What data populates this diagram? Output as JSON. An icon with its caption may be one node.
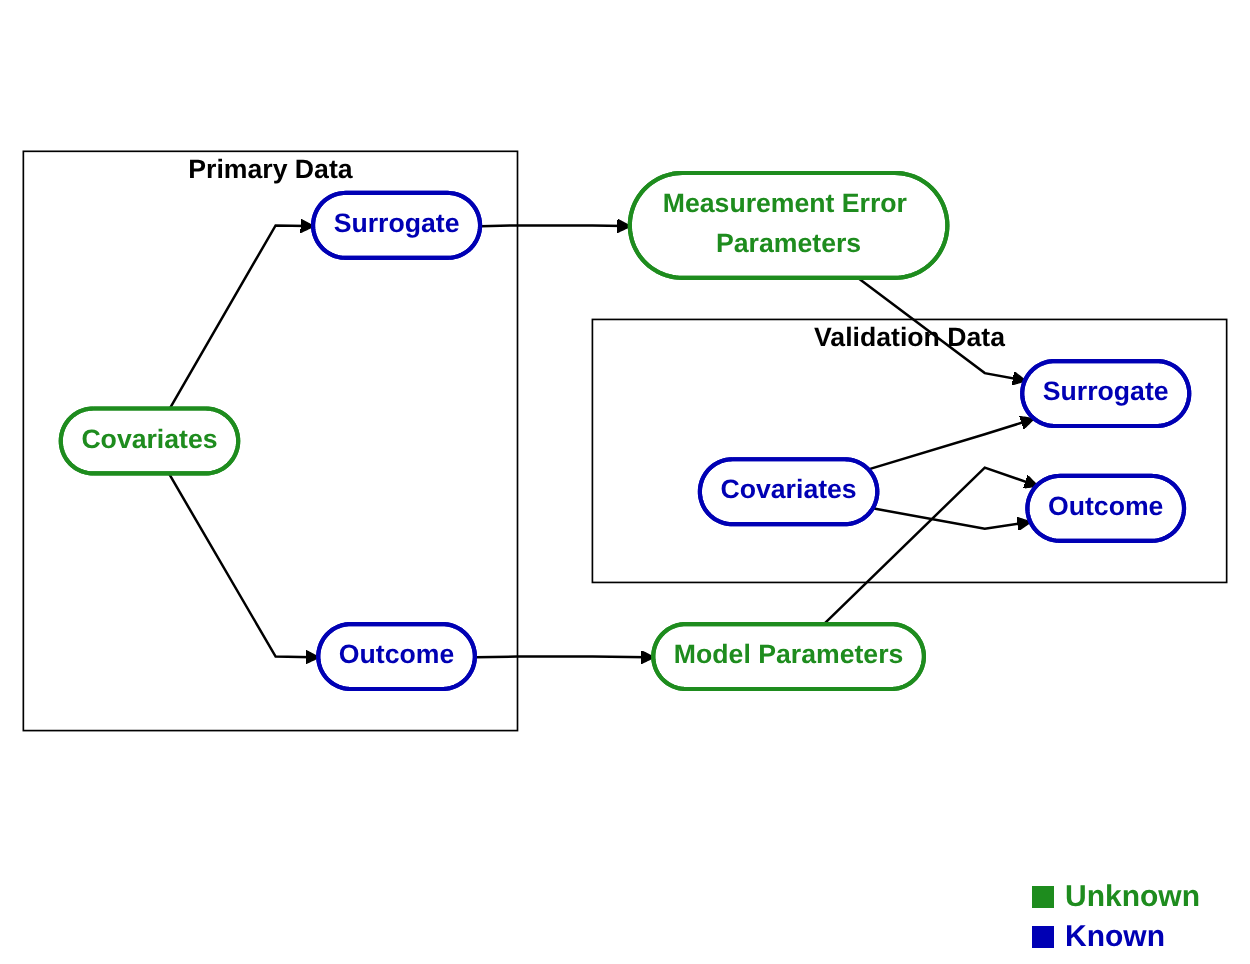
{
  "diagram": {
    "nodes": [
      {
        "text": [
          "Primary Data"
        ]
      },
      {
        "text": [
          "Surrogate"
        ],
        "in": 0
      },
      {
        "text": [
          "Covariates"
        ],
        "in": 0
      },
      {
        "text": [
          "Outcome"
        ],
        "in": 0
      },
      {
        "text": [
          "Measurement Error Parameters"
        ]
      },
      {
        "text": [
          "Model Parameters"
        ]
      },
      {
        "text": [
          "Validation Data"
        ]
      },
      {
        "text": [
          "Surrogate"
        ],
        "in": 6
      },
      {
        "text": [
          "Covariates"
        ],
        "in": 6
      },
      {
        "text": [
          "Outcome"
        ],
        "in": 6
      }
    ],
    "edges": [
      {
        "from": 2,
        "to": 1,
        "arrow": "to"
      },
      {
        "from": 2,
        "to": 3,
        "arrow": "to"
      },
      {
        "from": 1,
        "to": 4,
        "arrow": "to"
      },
      {
        "from": 3,
        "to": 5,
        "arrow": "to"
      },
      {
        "from": 4,
        "to": 7,
        "arrow": "to"
      },
      {
        "from": 5,
        "to": 9,
        "arrow": "to"
      },
      {
        "from": 8,
        "to": 7,
        "arrow": "to"
      },
      {
        "from": 8,
        "to": 9,
        "arrow": "to"
      }
    ],
    "legend": [
      {
        "text": "Unknown",
        "color": "#1e8c1e"
      },
      {
        "text": "Known",
        "color": "#0000b4"
      }
    ]
  }
}
